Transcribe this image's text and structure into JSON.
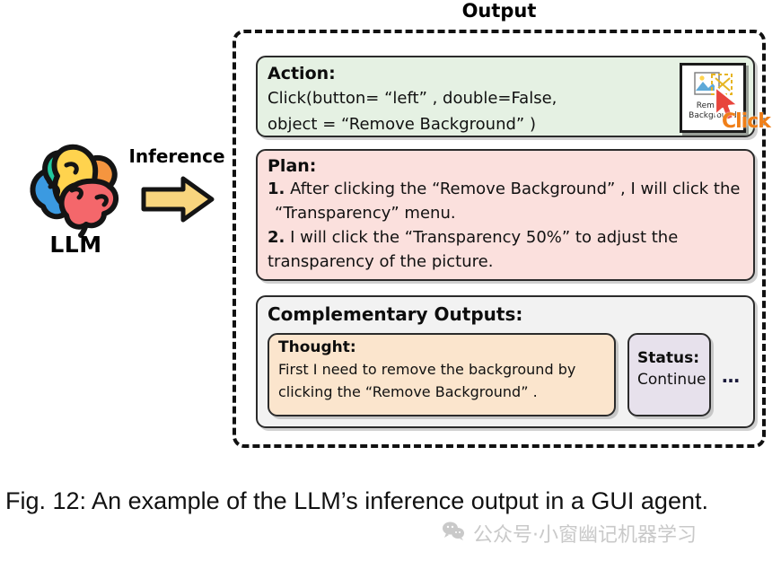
{
  "figure": {
    "output_title": "Output",
    "caption": "Fig. 12: An example of the LLM’s inference output in a GUI agent."
  },
  "left": {
    "model_label": "LLM",
    "inference_label": "Inference",
    "brain_icon": "brain-icon",
    "arrow_icon": "right-arrow-icon"
  },
  "action": {
    "title": "Action:",
    "line1": "Click(button= “left” , double=False,",
    "line2": "object =  “Remove Background” )",
    "thumbnail": {
      "icon_name": "remove-background-icon",
      "caption_line1": "Remove",
      "caption_line2": "Background",
      "cursor_icon": "mouse-cursor-icon",
      "annotation": "Click"
    }
  },
  "plan": {
    "title": "Plan:",
    "step1_num": "1.",
    "step1_line1": " After clicking the “Remove Background” , I will click the",
    "step1_line2": "“Transparency”  menu.",
    "step2_num": "2.",
    "step2_line1": " I will click the “Transparency 50%”  to adjust the",
    "step2_line2": "transparency of the picture."
  },
  "complementary": {
    "title": "Complementary Outputs:",
    "thought": {
      "title": "Thought:",
      "line1": "First I need to remove the background by",
      "line2": "clicking the “Remove Background” ."
    },
    "status": {
      "title": "Status:",
      "value": "Continue"
    },
    "more": "…"
  },
  "watermark": {
    "icon_name": "wechat-icon",
    "text": "公众号·小窗幽记机器学习"
  },
  "colors": {
    "action_bg": "#e5f1e3",
    "plan_bg": "#fbe0dd",
    "complementary_bg": "#f2f2f2",
    "thought_bg": "#fbe5cd",
    "status_bg": "#e7e1ec",
    "click_accent": "#f07f18",
    "cursor": "#e8453c",
    "arrow": "#f8d57e",
    "brain_blue": "#3b9ae1",
    "brain_teal": "#22c89d",
    "brain_yellow": "#ffd34e",
    "brain_orange": "#f5953f",
    "brain_coral": "#f4676b"
  }
}
